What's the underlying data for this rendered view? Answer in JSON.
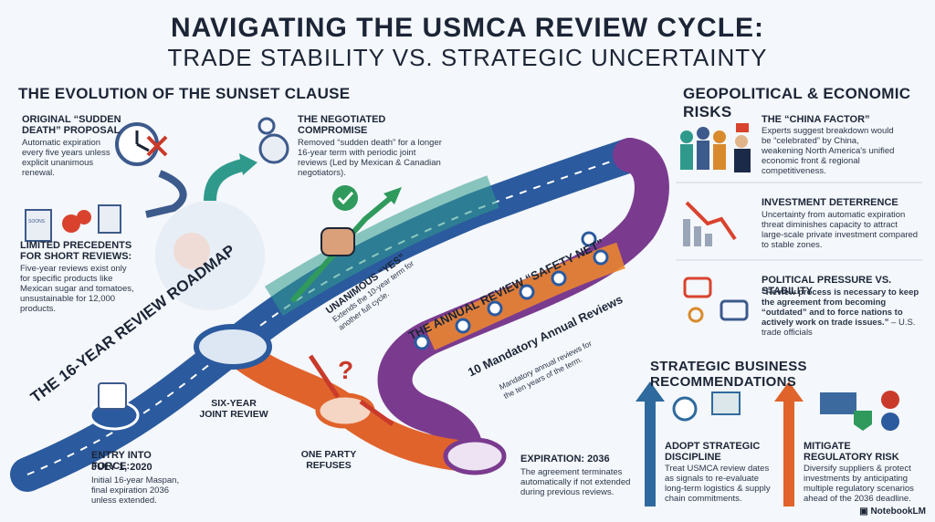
{
  "header": {
    "title": "NAVIGATING THE USMCA REVIEW CYCLE:",
    "subtitle": "TRADE STABILITY VS. STRATEGIC UNCERTAINTY"
  },
  "sunset": {
    "section_title": "THE EVOLUTION OF THE SUNSET CLAUSE",
    "original_title": "ORIGINAL “SUDDEN DEATH” PROPOSAL",
    "original_text": "Automatic expiration every five years unless explicit unanimous renewal.",
    "compromise_title": "THE NEGOTIATED COMPROMISE",
    "compromise_text": "Removed “sudden death” for a longer 16-year term with periodic joint reviews (Led by Mexican & Canadian negotiators).",
    "precedents_title": "LIMITED PRECEDENTS FOR SHORT REVIEWS:",
    "precedents_text": "Five-year reviews exist only for specific products like Mexican sugar and tomatoes, unsustainable for 12,000 products.",
    "sugar_label": "SOONS"
  },
  "roadmap": {
    "title": "THE 16-YEAR REVIEW ROADMAP",
    "entry_title_1": "ENTRY INTO FORCE:",
    "entry_title_2": "JULY 1, 2020",
    "entry_text": "Initial 16-year Maspan, final expiration 2036 unless extended.",
    "six_year": "SIX-YEAR JOINT REVIEW",
    "unanimous_title": "UNANIMOUS “YES”",
    "unanimous_text": "Extends the 10-year term for another full cycle.",
    "refuses": "ONE PARTY REFUSES",
    "safety_net": "THE ANNUAL REVIEW “SAFETY NET”",
    "mandatory_title": "10 Mandatory Annual Reviews",
    "mandatory_text": "Mandatory annual reviews for the ten years of the term.",
    "expiration_title": "EXPIRATION: 2036",
    "expiration_text": "The agreement terminates automatically if not extended during previous reviews."
  },
  "risks": {
    "section_title": "GEOPOLITICAL & ECONOMIC RISKS",
    "china_title": "THE “CHINA FACTOR”",
    "china_text": "Experts suggest breakdown would be “celebrated” by China, weakening North America's unified economic front & regional competitiveness.",
    "invest_title": "INVESTMENT DETERRENCE",
    "invest_text": "Uncertainty from automatic expiration threat diminishes capacity to attract large-scale private investment compared to stable zones.",
    "pressure_title": "POLITICAL PRESSURE VS. STABILITY",
    "pressure_quote": "“Review process is necessary to keep the agreement from becoming “outdated” and to force nations to actively work on trade issues.”",
    "pressure_attr": " – U.S. trade officials"
  },
  "recommendations": {
    "section_title": "STRATEGIC BUSINESS RECOMMENDATIONS",
    "adopt_title": "ADOPT STRATEGIC DISCIPLINE",
    "adopt_text": "Treat USMCA review dates as signals to re-evaluate long-term logistics & supply chain commitments.",
    "mitigate_title": "MITIGATE REGULATORY RISK",
    "mitigate_text": "Diversify suppliers & protect investments by anticipating multiple regulatory scenarios ahead of the 2036 deadline."
  },
  "footer": {
    "logo": "NotebookLM"
  }
}
